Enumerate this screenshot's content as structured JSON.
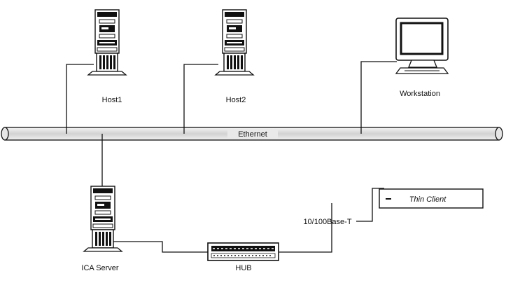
{
  "network": {
    "backbone_label": "Ethernet",
    "link_label": "10/100Base-T"
  },
  "nodes": {
    "host1": "Host1",
    "host2": "Host2",
    "workstation": "Workstation",
    "ica_server": "ICA Server",
    "hub": "HUB",
    "thin_client": "Thin Client"
  }
}
